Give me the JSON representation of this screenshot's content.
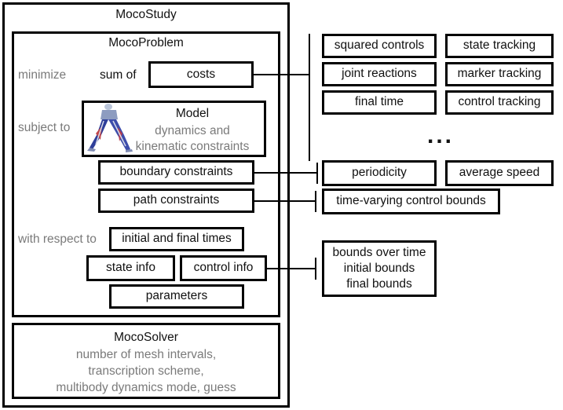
{
  "study": {
    "title": "MocoStudy"
  },
  "problem": {
    "title": "MocoProblem",
    "minimize_label": "minimize",
    "sum_of_label": "sum of",
    "costs_label": "costs",
    "subject_to_label": "subject to",
    "model": {
      "title": "Model",
      "line1": "dynamics and",
      "line2": "kinematic constraints"
    },
    "boundary_constraints_label": "boundary constraints",
    "path_constraints_label": "path constraints",
    "with_respect_to_label": "with respect to",
    "initial_final_times_label": "initial and final times",
    "state_info_label": "state info",
    "control_info_label": "control info",
    "parameters_label": "parameters"
  },
  "solver": {
    "title": "MocoSolver",
    "line1": "number of mesh intervals,",
    "line2": "transcription scheme,",
    "line3": "multibody dynamics mode, guess"
  },
  "costs_options": [
    "squared controls",
    "state tracking",
    "joint reactions",
    "marker tracking",
    "final time",
    "control tracking"
  ],
  "ellipsis": "...",
  "boundary_options": [
    "periodicity",
    "average speed"
  ],
  "path_options": [
    "time-varying control bounds"
  ],
  "bounds_options": [
    "bounds over time",
    "initial bounds",
    "final bounds"
  ]
}
